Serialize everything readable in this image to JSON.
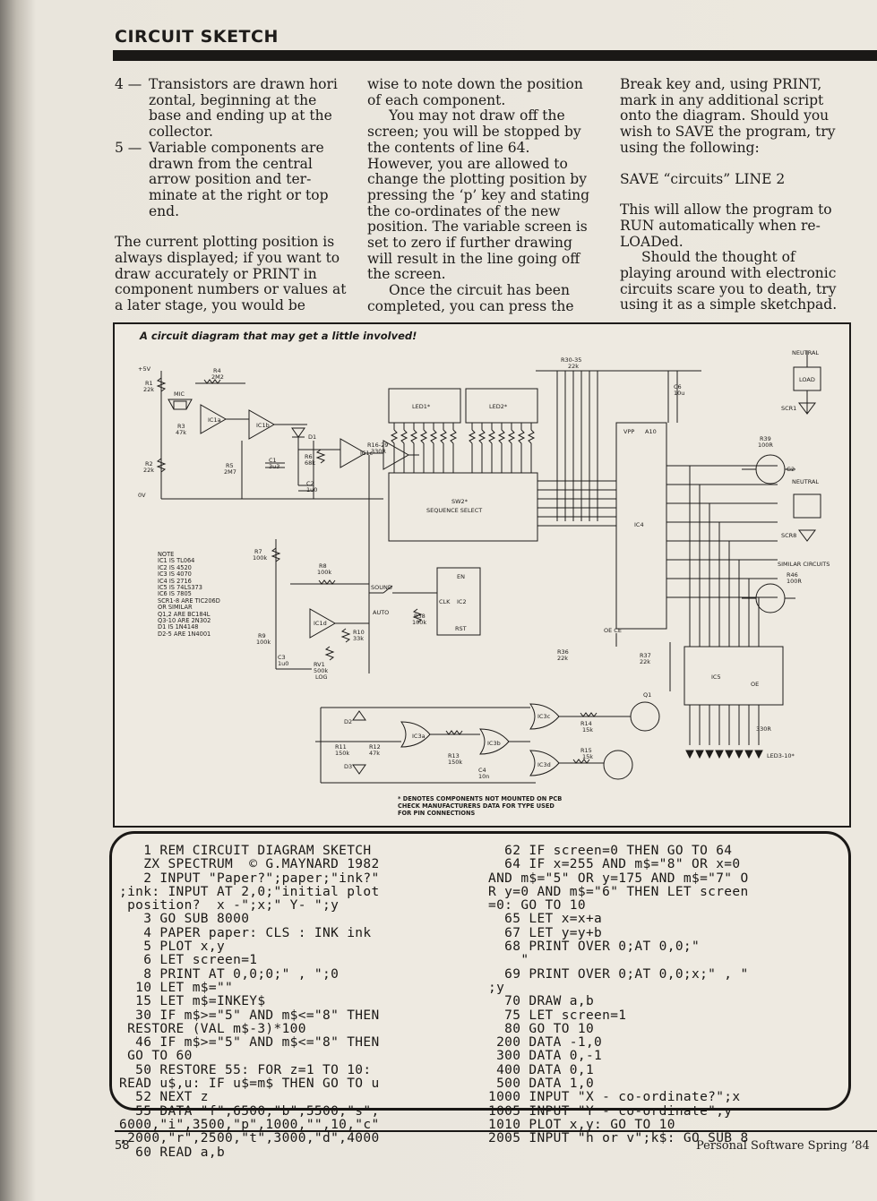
{
  "header": {
    "title": "CIRCUIT SKETCH"
  },
  "article": {
    "col1": [
      {
        "type": "li",
        "num": "4 —",
        "text": "Transistors are drawn hori zontal, beginning at the base and ending up at the collector."
      },
      {
        "type": "li",
        "num": "5 —",
        "text": "Variable components are drawn from the central arrow position and ter- minate at the right or top end."
      },
      {
        "type": "gap"
      },
      {
        "type": "p",
        "text": "The current plotting position is always displayed; if you want to draw accurately or PRINT in component numbers or values at a later stage, you would be"
      }
    ],
    "col2": [
      {
        "type": "p",
        "text": "wise to note down the position of each component."
      },
      {
        "type": "ind",
        "text": "You may not draw off the screen; you will be stopped by the contents of line 64. However, you are allowed to change the plotting position by pressing the ‘p’ key and stating the co-ordinates of the new position. The variable screen is set to zero if further drawing will result in the line going off the screen."
      },
      {
        "type": "ind",
        "text": "Once the circuit has been completed, you can press the"
      }
    ],
    "col3": [
      {
        "type": "p",
        "text": "Break key and, using PRINT, mark in any additional script onto the diagram. Should you wish to SAVE the program, try using the following:"
      },
      {
        "type": "gap"
      },
      {
        "type": "p",
        "text": "SAVE “circuits” LINE 2"
      },
      {
        "type": "gap"
      },
      {
        "type": "p",
        "text": "This will allow the program to RUN automatically when re- LOADed."
      },
      {
        "type": "ind",
        "text": "Should the thought of playing around with electronic circuits scare you to death, try using it as a simple sketchpad."
      }
    ]
  },
  "diagram": {
    "caption": "A circuit diagram that may get a little involved!",
    "notes": [
      "NOTE",
      "IC1 IS TL064",
      "IC2 IS 4520",
      "IC3 IS 4070",
      "IC4 IS 2716",
      "IC5 IS 74LS373",
      "IC6 IS 7805",
      "SCR1-8 ARE TIC206D",
      "OR SIMILAR",
      "Q1,2 ARE BC184L",
      "Q3-10 ARE 2N302",
      "D1 IS 1N4148",
      "D2-5 ARE 1N4001"
    ],
    "footnote": [
      "* DENOTES COMPONENTS NOT MOUNTED ON PCB",
      "CHECK MANUFACTURERS DATA FOR TYPE USED",
      "FOR PIN CONNECTIONS"
    ],
    "labels": {
      "v5_top": "+5V",
      "r1": "R1",
      "r1v": "22k",
      "r4": "R4",
      "r4v": "2M2",
      "mic": "MIC",
      "r3": "R3",
      "r3v": "47k",
      "r2": "R2",
      "r2v": "22k",
      "ov": "0V",
      "ic1a": "IC1a",
      "ic1b": "IC1b",
      "ic1c": "IC1c",
      "ic1d": "IC1d",
      "d1": "D1",
      "r5": "R5",
      "r5v": "2M7",
      "c1": "C1",
      "c1v": "3u3",
      "r6": "R6",
      "r6v": "68k",
      "c2": "C2",
      "c2v": "1u0",
      "r1629": "R16-29",
      "r1629v": "330R",
      "led1": "LED1*",
      "led2": "LED2*",
      "sw2": "SW2*",
      "seq": "SEQUENCE SELECT",
      "r3035": "R30-35",
      "r3035v": "22k",
      "c6": "C6",
      "c6v": "10u",
      "vpp": "VPP",
      "a10": "A10",
      "ic4": "IC4",
      "ic2": "IC2",
      "clk": "CLK",
      "en": "EN",
      "rst": "RST",
      "sound": "SOUND",
      "auto": "AUTO",
      "r38": "R38",
      "r38v": "100k",
      "r7": "R7",
      "r7v": "100k",
      "r8": "R8",
      "r8v": "100k",
      "r9": "R9",
      "r9v": "100k",
      "r10": "R10",
      "r10v": "33k",
      "rv1": "RV1",
      "rv1v": "500k",
      "log": "LOG",
      "c3": "C3",
      "c3v": "1u0",
      "r36": "R36",
      "r36v": "22k",
      "r37": "R37",
      "r37v": "22k",
      "oece": "OE CE",
      "ic5": "IC5",
      "oe": "OE",
      "q1": "Q1",
      "q2": "G2",
      "ic3a": "IC3a",
      "ic3b": "IC3b",
      "ic3c": "IC3c",
      "ic3d": "IC3d",
      "d2": "D2",
      "d3": "D3",
      "r11": "R11",
      "r11v": "150k",
      "r12": "R12",
      "r12v": "47k",
      "r13": "R13",
      "r13v": "150k",
      "r14": "R14",
      "r14v": "15k",
      "r15": "R15",
      "r15v": "15k",
      "c4": "C4",
      "c4v": "10n",
      "neutral": "NEUTRAL",
      "load": "LOAD",
      "scr1": "SCR1",
      "scr8": "SCR8",
      "r39": "R39",
      "r39v": "100R",
      "r46": "R46",
      "r46v": "100R",
      "similar": "SIMILAR CIRCUITS",
      "r330": "330R",
      "led310": "LED3-10*"
    }
  },
  "listing": {
    "left": [
      "   1 REM CIRCUIT DIAGRAM SKETCH",
      "   ZX SPECTRUM  © G.MAYNARD 1982",
      "   2 INPUT \"Paper?\";paper;\"ink?\"",
      ";ink: INPUT AT 2,0;\"initial plot",
      " position?  x -\";x;\" Y- \";y",
      "   3 GO SUB 8000",
      "   4 PAPER paper: CLS : INK ink",
      "   5 PLOT x,y",
      "   6 LET screen=1",
      "   8 PRINT AT 0,0;0;\" , \";0",
      "  10 LET m$=\"\"",
      "  15 LET m$=INKEY$",
      "  30 IF m$>=\"5\" AND m$<=\"8\" THEN",
      " RESTORE (VAL m$-3)*100",
      "  46 IF m$>=\"5\" AND m$<=\"8\" THEN",
      " GO TO 60",
      "  50 RESTORE 55: FOR z=1 TO 10:",
      "READ u$,u: IF u$=m$ THEN GO TO u",
      "  52 NEXT z",
      "  55 DATA \"f\",6500,\"b\",5500,\"s\",",
      "6000,\"i\",3500,\"p\",1000,\"\",10,\"c\"",
      ",2000,\"r\",2500,\"t\",3000,\"d\",4000",
      "  60 READ a,b"
    ],
    "right": [
      "  62 IF screen=0 THEN GO TO 64",
      "  64 IF x=255 AND m$=\"8\" OR x=0",
      "AND m$=\"5\" OR y=175 AND m$=\"7\" O",
      "R y=0 AND m$=\"6\" THEN LET screen",
      "=0: GO TO 10",
      "  65 LET x=x+a",
      "  67 LET y=y+b",
      "  68 PRINT OVER 0;AT 0,0;\"",
      "    \"",
      "  69 PRINT OVER 0;AT 0,0;x;\" , \"",
      ";y",
      "  70 DRAW a,b",
      "  75 LET screen=1",
      "  80 GO TO 10",
      " 200 DATA -1,0",
      " 300 DATA 0,-1",
      " 400 DATA 0,1",
      " 500 DATA 1,0",
      "1000 INPUT \"X - co-ordinate?\";x",
      "1005 INPUT \"Y - co-ordinate\";y",
      "1010 PLOT x,y: GO TO 10",
      "2005 INPUT \"h or v\";k$: GO SUB 8"
    ]
  },
  "footer": {
    "page_number": "58",
    "magazine": "Personal Software Spring ’84"
  }
}
